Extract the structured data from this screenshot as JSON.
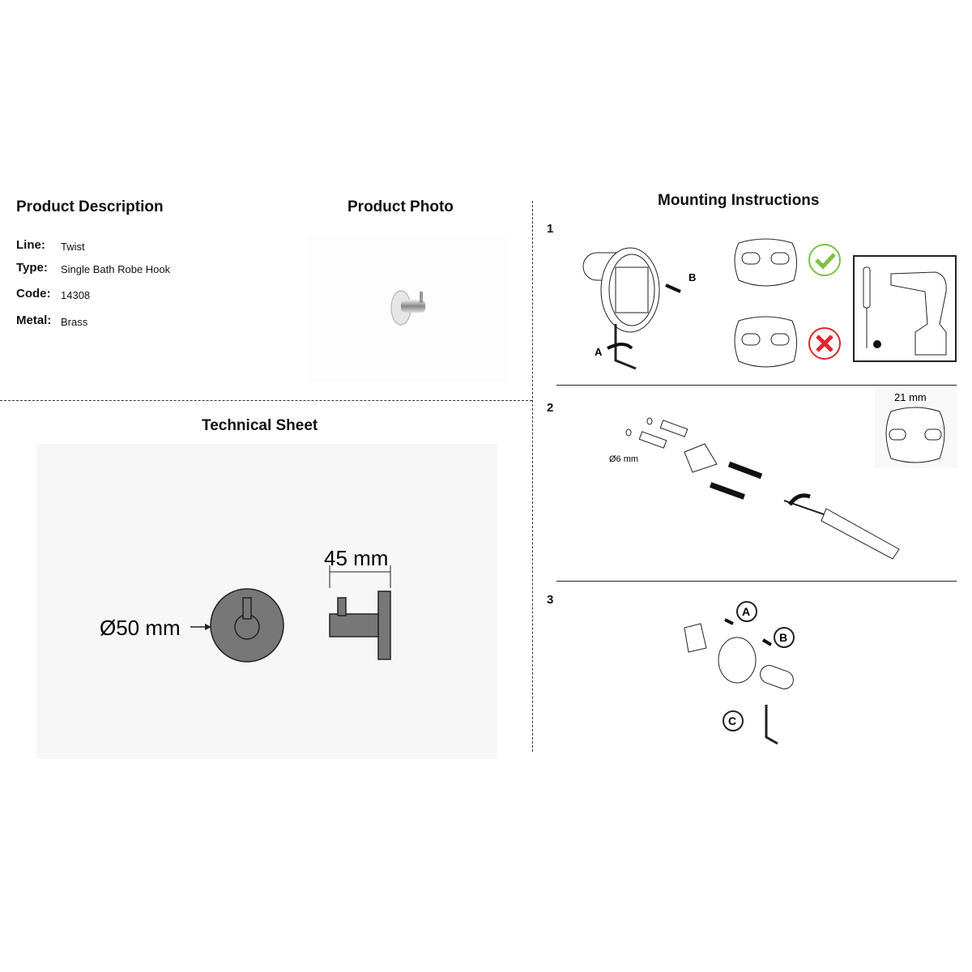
{
  "description": {
    "title": "Product Description",
    "fields": [
      {
        "label": "Line:",
        "value": "Twist"
      },
      {
        "label": "Type:",
        "value": "Single Bath Robe Hook"
      },
      {
        "label": "Code:",
        "value": "14308"
      },
      {
        "label": "Metal:",
        "value": "Brass"
      }
    ]
  },
  "photo": {
    "title": "Product Photo"
  },
  "technical": {
    "title": "Technical Sheet",
    "diameter": "Ø50 mm",
    "depth": "45 mm"
  },
  "mounting": {
    "title": "Mounting Instructions",
    "steps": [
      {
        "number": "1",
        "label_a": "A",
        "label_b": "B"
      },
      {
        "number": "2",
        "hole": "Ø6 mm",
        "spacing": "21 mm"
      },
      {
        "number": "3",
        "label_a": "A",
        "label_b": "B",
        "label_c": "C"
      }
    ]
  },
  "colors": {
    "ok": "#7dc242",
    "bad": "#e0262b"
  }
}
